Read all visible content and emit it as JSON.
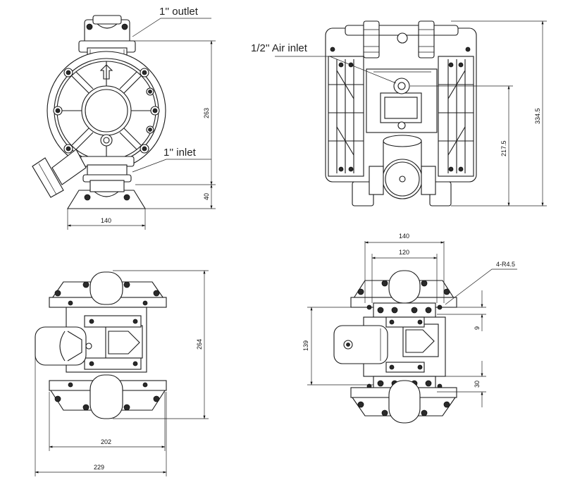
{
  "callouts": {
    "outlet": "1'' outlet",
    "inlet": "1'' inlet",
    "air_inlet": "1/2'' Air inlet",
    "hole": "4-R4.5"
  },
  "dims": {
    "front_height": "263",
    "front_base": "40",
    "front_width": "140",
    "side_height": "334.5",
    "side_air": "217.5",
    "top_height": "264",
    "top_width1": "202",
    "top_width2": "229",
    "bottom_width1": "140",
    "bottom_width2": "120",
    "bottom_height": "139",
    "bottom_small": "9",
    "bottom_30": "30"
  }
}
